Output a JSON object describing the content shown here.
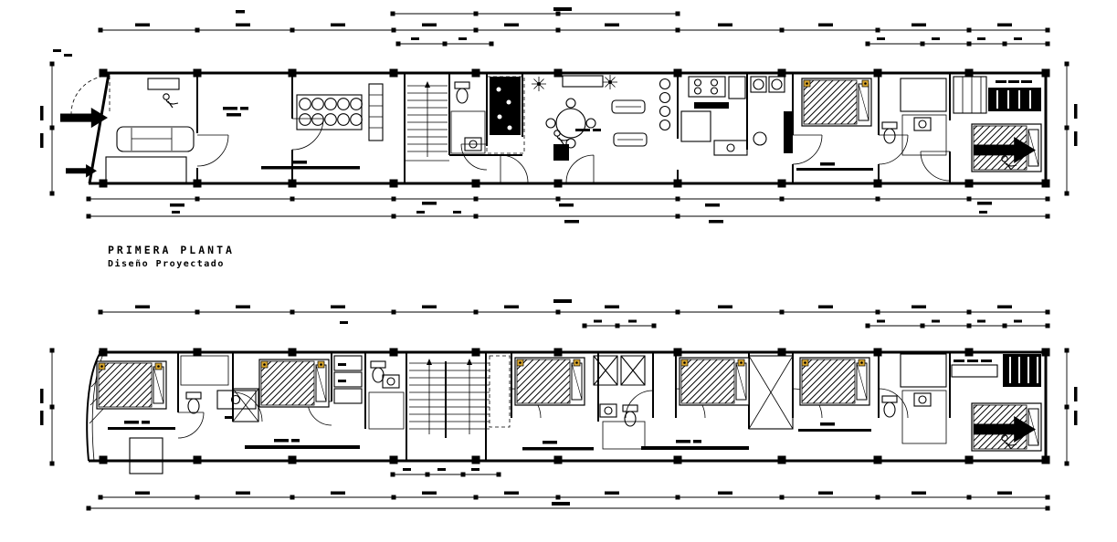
{
  "colors": {
    "paper": "#ffffff",
    "ink": "#000000",
    "lamp_accent": "#d9a62e"
  },
  "title_block": {
    "title": "PRIMERA PLANTA",
    "subtitle": "Diseño Proyectado"
  },
  "plans": [
    {
      "id": "first-floor-plan",
      "position": "top",
      "visible_symbols": [
        "grid-columns",
        "dimension-lines",
        "entry-arrows",
        "garage-ramp",
        "car",
        "dining-table",
        "stairs",
        "bathroom-fixtures",
        "kitchen-counters",
        "round-table",
        "plants",
        "bed",
        "shower",
        "closet",
        "door-swings"
      ]
    },
    {
      "id": "second-floor-plan",
      "position": "bottom",
      "visible_symbols": [
        "grid-columns",
        "dimension-lines",
        "beds",
        "bathrooms",
        "wardrobes",
        "stairs",
        "duct-shaft",
        "balcony",
        "closet",
        "door-swings"
      ]
    }
  ],
  "icons": {
    "column-marker": "filled-square",
    "dimension-tick": "small-filled-square",
    "door-swing": "quarter-arc",
    "stair-treads": "parallel-lines-with-arrow",
    "bed": "hatched-rectangle-with-pillow",
    "shower": "cross-hatched-rectangle",
    "tile-floor": "grid-hatch",
    "plant": "radial-asterisk",
    "entry-arrow": "solid-right-arrow",
    "lamp": "yellow-square-dot",
    "illegible-label": "black-bar"
  }
}
